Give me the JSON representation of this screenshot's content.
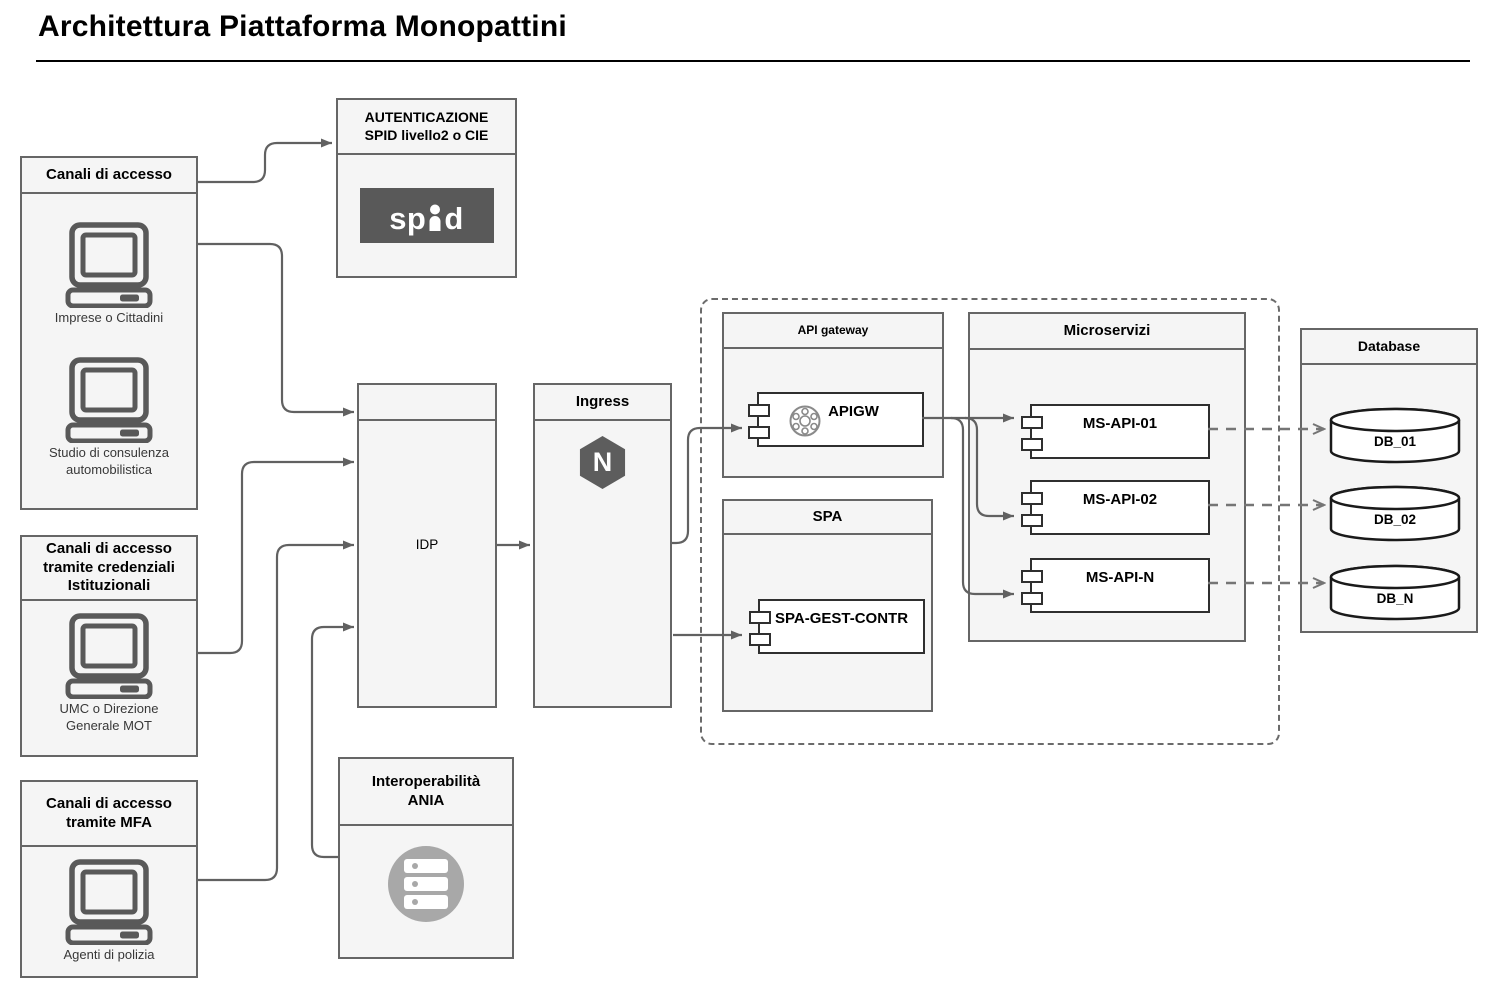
{
  "title": "Architettura Piattaforma Monopattini",
  "colors": {
    "node_fill": "#f5f5f5",
    "node_border": "#666666",
    "component_border": "#2f2f2f",
    "edge": "#616161",
    "icon_gray": "#595959",
    "spid_logo_bg": "#595959",
    "nginx_hex": "#5d5d5d",
    "ania_circle": "#a8a8a8"
  },
  "nodes": {
    "canali_accesso": {
      "title": "Canali di accesso",
      "items": [
        {
          "label": "Imprese o Cittadini",
          "icon": "desktop-computer"
        },
        {
          "label": "Studio di consulenza\nautomobilistica",
          "icon": "desktop-computer"
        }
      ]
    },
    "canali_istituzionali": {
      "title": "Canali di accesso\ntramite credenziali\nIstituzionali",
      "items": [
        {
          "label": "UMC o Direzione\nGenerale MOT",
          "icon": "desktop-computer"
        }
      ]
    },
    "canali_mfa": {
      "title": "Canali di accesso\ntramite MFA",
      "items": [
        {
          "label": "Agenti di polizia",
          "icon": "desktop-computer"
        }
      ]
    },
    "autenticazione_spid": {
      "title": "AUTENTICAZIONE\nSPID livello2 o CIE",
      "logo": "spid-logo",
      "logo_text_left": "sp",
      "logo_text_right": "d"
    },
    "idp": {
      "label": "IDP"
    },
    "ingress": {
      "title": "Ingress",
      "icon": "nginx-logo",
      "icon_letter": "N"
    },
    "interoperabilita_ania": {
      "title": "Interoperabilità\nANIA",
      "icon": "server-stack"
    },
    "api_gateway": {
      "title": "API gateway",
      "components": [
        {
          "label": "APIGW",
          "icon": "gateway-wheel"
        }
      ]
    },
    "spa": {
      "title": "SPA",
      "components": [
        {
          "label": "SPA-GEST-CONTR"
        }
      ]
    },
    "microservizi": {
      "title": "Microservizi",
      "components": [
        {
          "label": "MS-API-01"
        },
        {
          "label": "MS-API-02"
        },
        {
          "label": "MS-API-N"
        }
      ]
    },
    "database": {
      "title": "Database",
      "items": [
        {
          "label": "DB_01"
        },
        {
          "label": "DB_02"
        },
        {
          "label": "DB_N"
        }
      ]
    }
  },
  "edges": [
    {
      "from": "canali-accesso",
      "to": "autenticazione-spid",
      "style": "solid-arrow"
    },
    {
      "from": "canali-accesso",
      "to": "idp",
      "style": "solid-arrow"
    },
    {
      "from": "canali-istituzionali",
      "to": "idp",
      "style": "solid-arrow"
    },
    {
      "from": "canali-mfa",
      "to": "idp",
      "style": "solid-arrow"
    },
    {
      "from": "interoperabilita-ania",
      "to": "idp",
      "style": "solid-arrow"
    },
    {
      "from": "idp",
      "to": "ingress",
      "style": "solid-arrow"
    },
    {
      "from": "ingress",
      "to": "apigw",
      "style": "solid-arrow"
    },
    {
      "from": "ingress",
      "to": "spa-gest-contr",
      "style": "solid-arrow"
    },
    {
      "from": "apigw",
      "to": "ms-api-01",
      "style": "solid-arrow"
    },
    {
      "from": "apigw",
      "to": "ms-api-02",
      "style": "solid-arrow"
    },
    {
      "from": "apigw",
      "to": "ms-api-n",
      "style": "solid-arrow"
    },
    {
      "from": "ms-api-01",
      "to": "db-01",
      "style": "dashed-arrow"
    },
    {
      "from": "ms-api-02",
      "to": "db-02",
      "style": "dashed-arrow"
    },
    {
      "from": "ms-api-n",
      "to": "db-n",
      "style": "dashed-arrow"
    }
  ]
}
